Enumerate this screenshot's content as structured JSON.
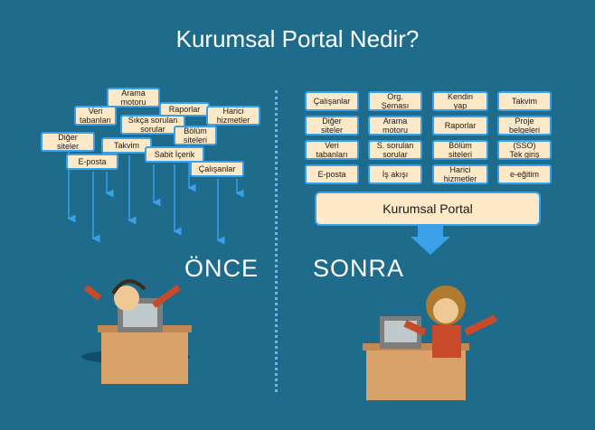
{
  "title": "Kurumsal Portal Nedir?",
  "before": {
    "label": "ÖNCE",
    "boxes": [
      "Arama\nmotoru",
      "Veri\ntabanları",
      "Raporlar",
      "Harici\nhizmetler",
      "Sıkça sorulan\nsorular",
      "Bölüm\nsiteleri",
      "Diğer\nsiteler",
      "Takvim",
      "Sabit İçerik",
      "E-posta",
      "Çalışanlar"
    ]
  },
  "after": {
    "label": "SONRA",
    "grid": [
      [
        "Çalışanlar",
        "Org.\nŞeması",
        "Kendin\nyap",
        "Takvim"
      ],
      [
        "Diğer\nsiteler",
        "Arama\nmotoru",
        "Raporlar",
        "Proje\nbelgeleri"
      ],
      [
        "Veri\ntabanları",
        "S. sorulan\nsorular",
        "Bölüm\nsiteleri",
        "(SSO)\nTek giriş"
      ],
      [
        "E-posta",
        "İş akışı",
        "Harici\nhizmetler",
        "e-eğitim"
      ]
    ],
    "portal": "Kurumsal Portal"
  }
}
